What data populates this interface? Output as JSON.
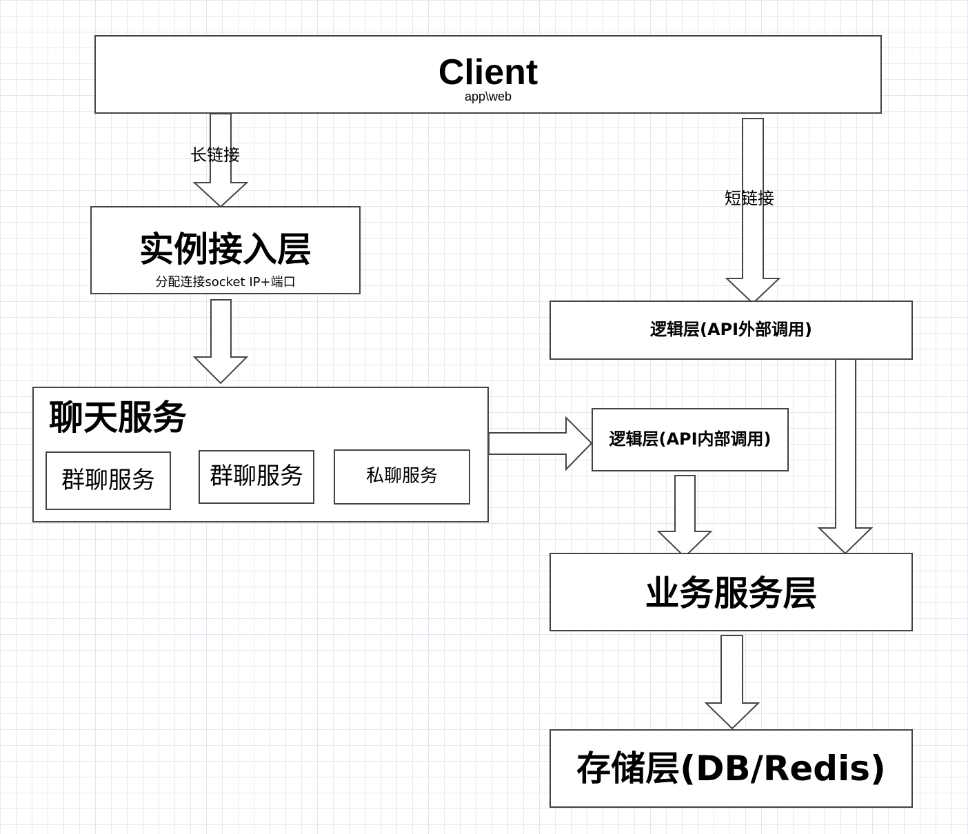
{
  "client": {
    "title": "Client",
    "subtitle": "app\\web"
  },
  "edges": {
    "long_link": "长链接",
    "short_link": "短链接"
  },
  "access_layer": {
    "title": "实例接入层",
    "subtitle": "分配连接socket IP+端口"
  },
  "chat_service": {
    "title": "聊天服务",
    "items": [
      "群聊服务",
      "群聊服务",
      "私聊服务"
    ]
  },
  "logic_external": {
    "title": "逻辑层(API外部调用)"
  },
  "logic_internal": {
    "title": "逻辑层(API内部调用)"
  },
  "business_layer": {
    "title": "业务服务层"
  },
  "storage_layer": {
    "title": "存储层(DB/Redis)"
  }
}
